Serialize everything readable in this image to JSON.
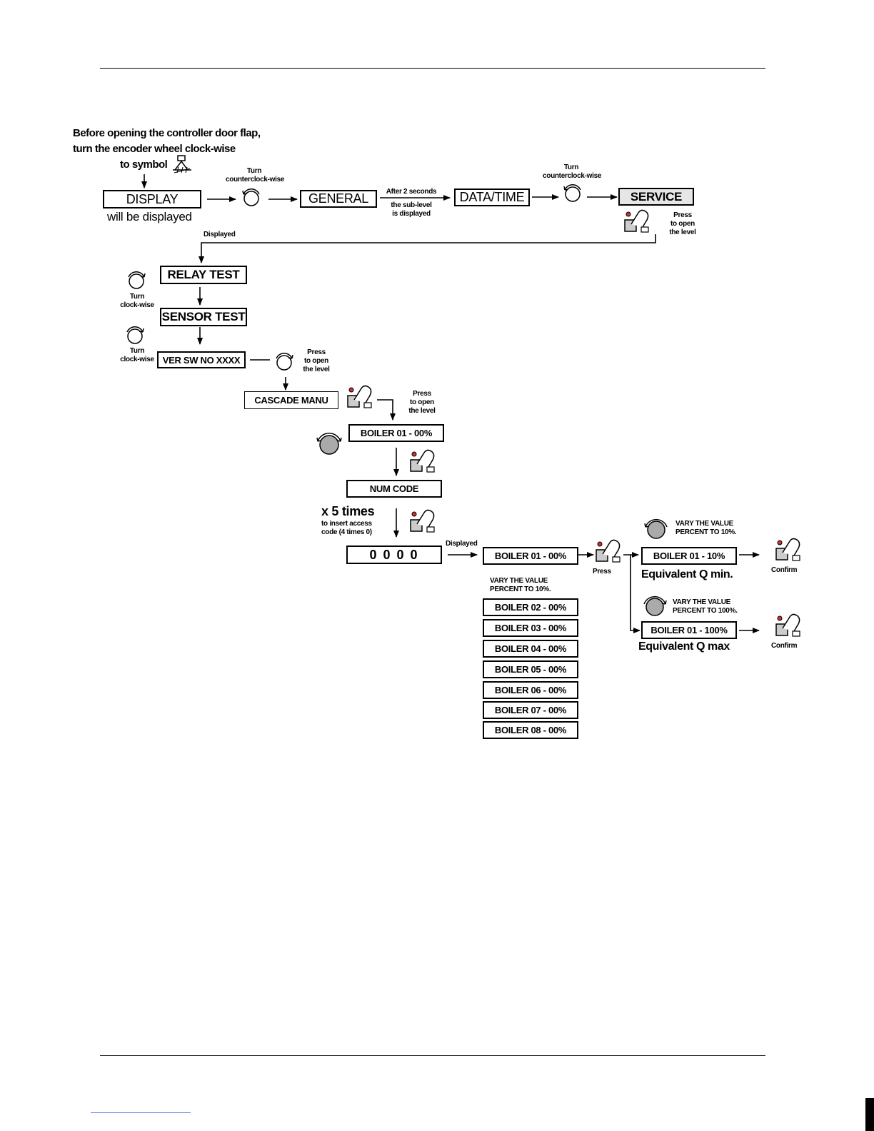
{
  "intro": {
    "line1": "Before opening the controller door flap,",
    "line2": "turn the encoder wheel clock-wise",
    "line3": "to symbol"
  },
  "display": {
    "box": "DISPLAY",
    "caption": "will be displayed"
  },
  "turn_ccw_1": {
    "l1": "Turn",
    "l2": "counterclock-wise"
  },
  "general": "GENERAL",
  "after2": {
    "l1": "After 2 seconds",
    "l2": "the sub-level",
    "l3": "is displayed"
  },
  "datatime": "DATA/TIME",
  "turn_ccw_2": {
    "l1": "Turn",
    "l2": "counterclock-wise"
  },
  "service": "SERVICE",
  "press_open_1": {
    "l1": "Press",
    "l2": "to open",
    "l3": "the level"
  },
  "displayed_1": "Displayed",
  "relay_test": "RELAY TEST",
  "turn_cw_1": {
    "l1": "Turn",
    "l2": "clock-wise"
  },
  "sensor_test": "SENSOR TEST",
  "turn_cw_2": {
    "l1": "Turn",
    "l2": "clock-wise"
  },
  "ver_sw": "VER SW NO XXXX",
  "press_open_2": {
    "l1": "Press",
    "l2": "to open",
    "l3": "the level"
  },
  "cascade_manu": "CASCADE MANU",
  "press_open_3": {
    "l1": "Press",
    "l2": "to open",
    "l3": "the level"
  },
  "boiler01_00": "BOILER 01 - 00%",
  "num_code": "NUM CODE",
  "x5": {
    "title": "x 5 times",
    "l1": "to insert access",
    "l2": "code  (4 times 0)"
  },
  "code_box": "0 0 0 0",
  "displayed_2": "Displayed",
  "boiler01_00b": "BOILER 01 - 00%",
  "vary_10_list": {
    "l1": "VARY THE VALUE",
    "l2": "PERCENT TO 10%."
  },
  "boilers": [
    "BOILER 02 - 00%",
    "BOILER 03 - 00%",
    "BOILER 04 - 00%",
    "BOILER 05 - 00%",
    "BOILER 06 - 00%",
    "BOILER 07 - 00%",
    "BOILER 08 - 00%"
  ],
  "press": "Press",
  "vary_10": {
    "l1": "VARY THE VALUE",
    "l2": "PERCENT TO 10%."
  },
  "boiler01_10": "BOILER 01 - 10%",
  "eq_min": "Equivalent Q min.",
  "confirm_1": "Confirm",
  "vary_100": {
    "l1": "VARY THE VALUE",
    "l2": "PERCENT  TO 100%."
  },
  "boiler01_100": "BOILER 01 - 100%",
  "eq_max": "Equivalent Q max",
  "confirm_2": "Confirm",
  "icons": {
    "knob": "rotary-knob-icon",
    "press": "press-button-hand-icon",
    "symbol": "service-symbol-icon"
  }
}
